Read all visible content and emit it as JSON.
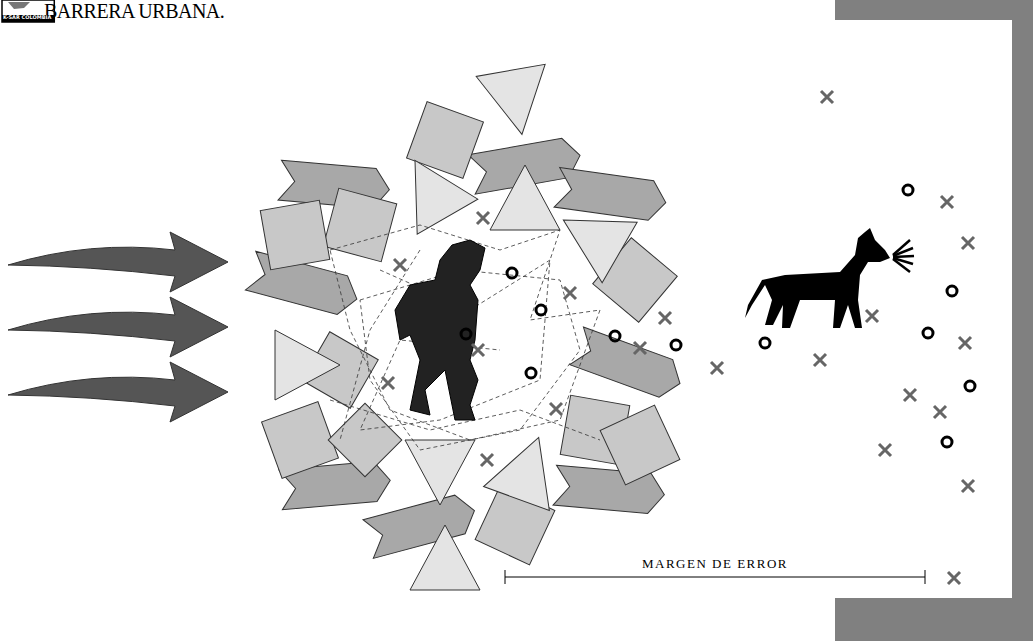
{
  "diagram": {
    "title": "BARRERA URBANA.",
    "labels": [
      "K-SAR COLOMBIA",
      "MARGEN DE ERROR"
    ]
  }
}
